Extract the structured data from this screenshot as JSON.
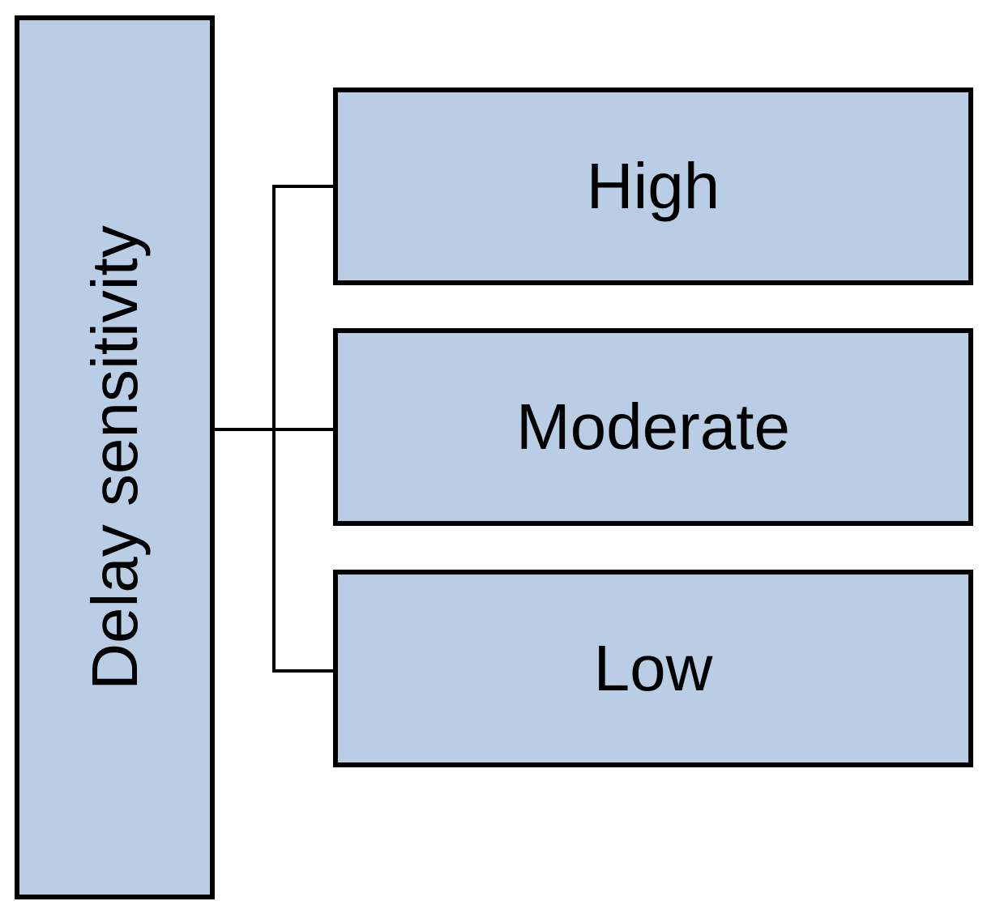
{
  "colors": {
    "box_fill": "#b9cde5",
    "border": "#000000",
    "text": "#000000",
    "background": "#ffffff"
  },
  "root": {
    "label": "Delay sensitivity"
  },
  "children": [
    {
      "label": "High"
    },
    {
      "label": "Moderate"
    },
    {
      "label": "Low"
    }
  ]
}
